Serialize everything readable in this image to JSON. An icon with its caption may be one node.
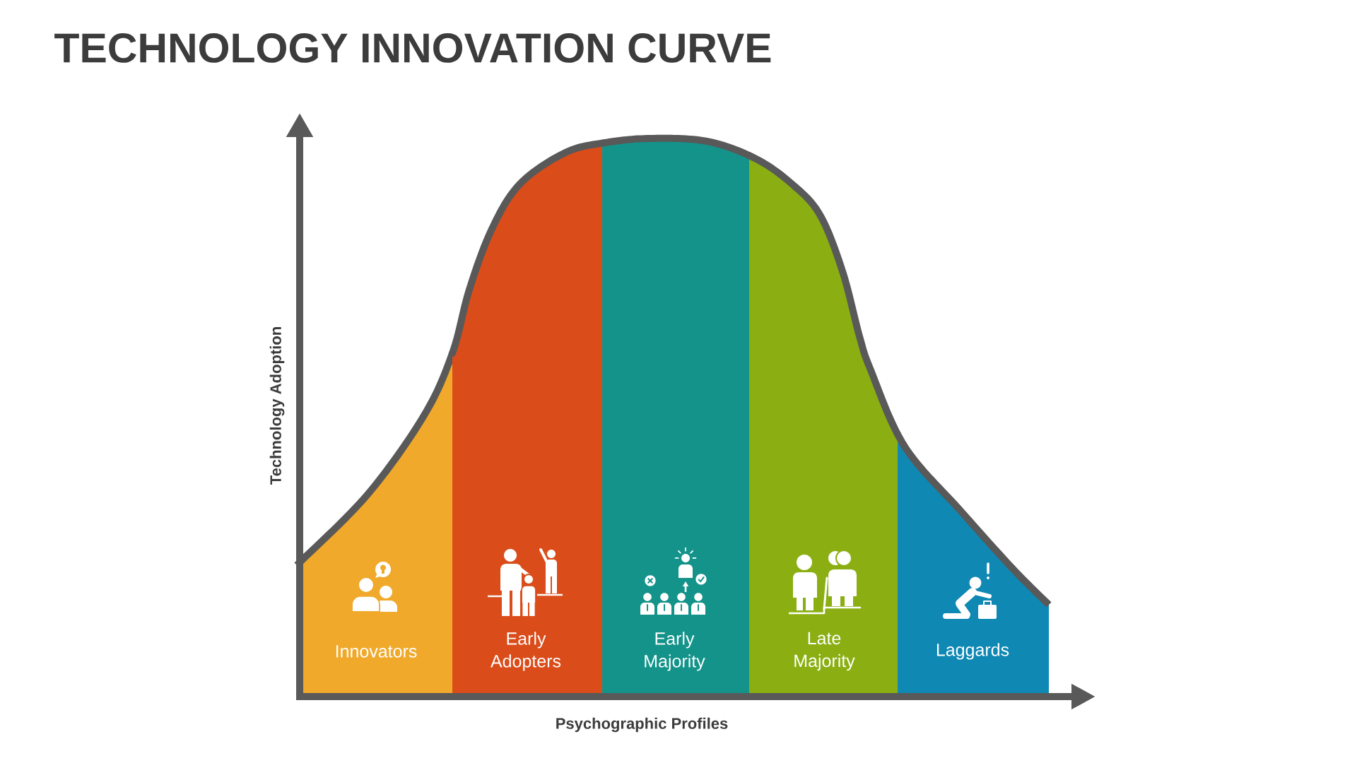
{
  "diagram": {
    "title": "TECHNOLOGY INNOVATION CURVE",
    "nodes": [
      {
        "text": [
          "Innovators"
        ]
      },
      {
        "text": [
          "Early Adopters"
        ]
      },
      {
        "text": [
          "Early Majority"
        ]
      },
      {
        "text": [
          "Late Majority"
        ]
      },
      {
        "text": [
          "Laggards"
        ]
      }
    ],
    "labels": [
      "Technology Adoption",
      "Psychographic Profiles"
    ]
  }
}
